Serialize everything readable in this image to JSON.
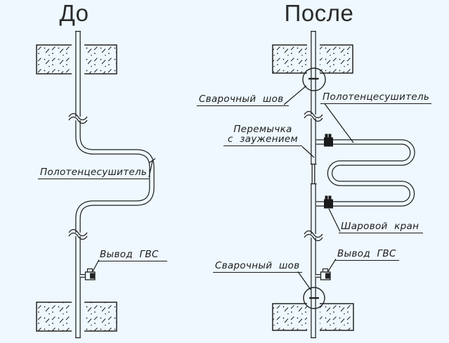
{
  "diagram": {
    "background_color": "#eef8fe",
    "ink_color": "#222222",
    "before": {
      "title": "До",
      "labels": {
        "towel_dryer": "Полотенцесушитель",
        "hws_outlet": "Вывод ГВС"
      }
    },
    "after": {
      "title": "После",
      "labels": {
        "weld_seam_top": "Сварочный шов",
        "towel_dryer": "Полотенцесушитель",
        "bypass_line1": "Перемычка",
        "bypass_line2": "с заужением",
        "ball_valve": "Шаровой кран",
        "hws_outlet": "Вывод ГВС",
        "weld_seam_bottom": "Сварочный шов"
      }
    }
  }
}
